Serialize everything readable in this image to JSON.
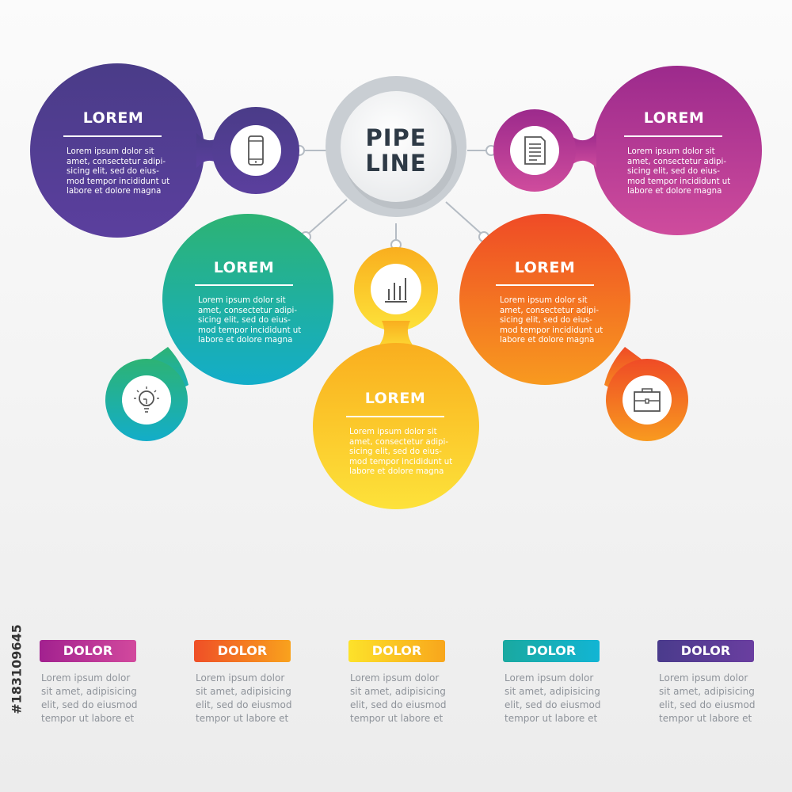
{
  "center": {
    "line1": "PIPE",
    "line2": "LINE"
  },
  "nodes": [
    {
      "heading": "LOREM",
      "text": "Lorem ipsum dolor sit\namet, consectetur adipi-\nsicing elit, sed do eius-\nmod tempor incididunt ut\nlabore et dolore magna",
      "icon": "smartphone-icon"
    },
    {
      "heading": "LOREM",
      "text": "Lorem ipsum dolor sit\namet, consectetur adipi-\nsicing elit, sed do eius-\nmod tempor incididunt ut\nlabore et dolore magna",
      "icon": "document-icon"
    },
    {
      "heading": "LOREM",
      "text": "Lorem ipsum dolor sit\namet, consectetur adipi-\nsicing elit, sed do eius-\nmod tempor incididunt ut\nlabore et dolore magna",
      "icon": "lightbulb-icon"
    },
    {
      "heading": "LOREM",
      "text": "Lorem ipsum dolor sit\namet, consectetur adipi-\nsicing elit, sed do eius-\nmod tempor incididunt ut\nlabore et dolore magna",
      "icon": "bar-chart-icon"
    },
    {
      "heading": "LOREM",
      "text": "Lorem ipsum dolor sit\namet, consectetur adipi-\nsicing elit, sed do eius-\nmod tempor incididunt ut\nlabore et dolore magna",
      "icon": "briefcase-icon"
    }
  ],
  "legend": [
    {
      "label": "DOLOR",
      "text": "Lorem ipsum dolor\nsit amet, adipisicing\nelit, sed do eiusmod\ntempor ut labore et",
      "color_from": "#a2218f",
      "color_to": "#d2499d"
    },
    {
      "label": "DOLOR",
      "text": "Lorem ipsum dolor\nsit amet, adipisicing\nelit, sed do eiusmod\ntempor ut labore et",
      "color_from": "#ef4f27",
      "color_to": "#f9a21d"
    },
    {
      "label": "DOLOR",
      "text": "Lorem ipsum dolor\nsit amet, adipisicing\nelit, sed do eiusmod\ntempor ut labore et",
      "color_from": "#fde22a",
      "color_to": "#f8a61c"
    },
    {
      "label": "DOLOR",
      "text": "Lorem ipsum dolor\nsit amet, adipisicing\nelit, sed do eiusmod\ntempor ut labore et",
      "color_from": "#1aa9a0",
      "color_to": "#12b5d4"
    },
    {
      "label": "DOLOR",
      "text": "Lorem ipsum dolor\nsit amet, adipisicing\nelit, sed do eiusmod\ntempor ut labore et",
      "color_from": "#4a3b8c",
      "color_to": "#6a3ea0"
    }
  ],
  "watermark_id": "#183109645",
  "colors": {
    "purple": "#4b3f91",
    "magenta": "#b8339a",
    "green": "#25b07a",
    "teal": "#1ab3c8",
    "yellow": "#fcd12a",
    "orange": "#f0632a",
    "connector": "#b5bcc4",
    "title": "#2e3a46"
  }
}
